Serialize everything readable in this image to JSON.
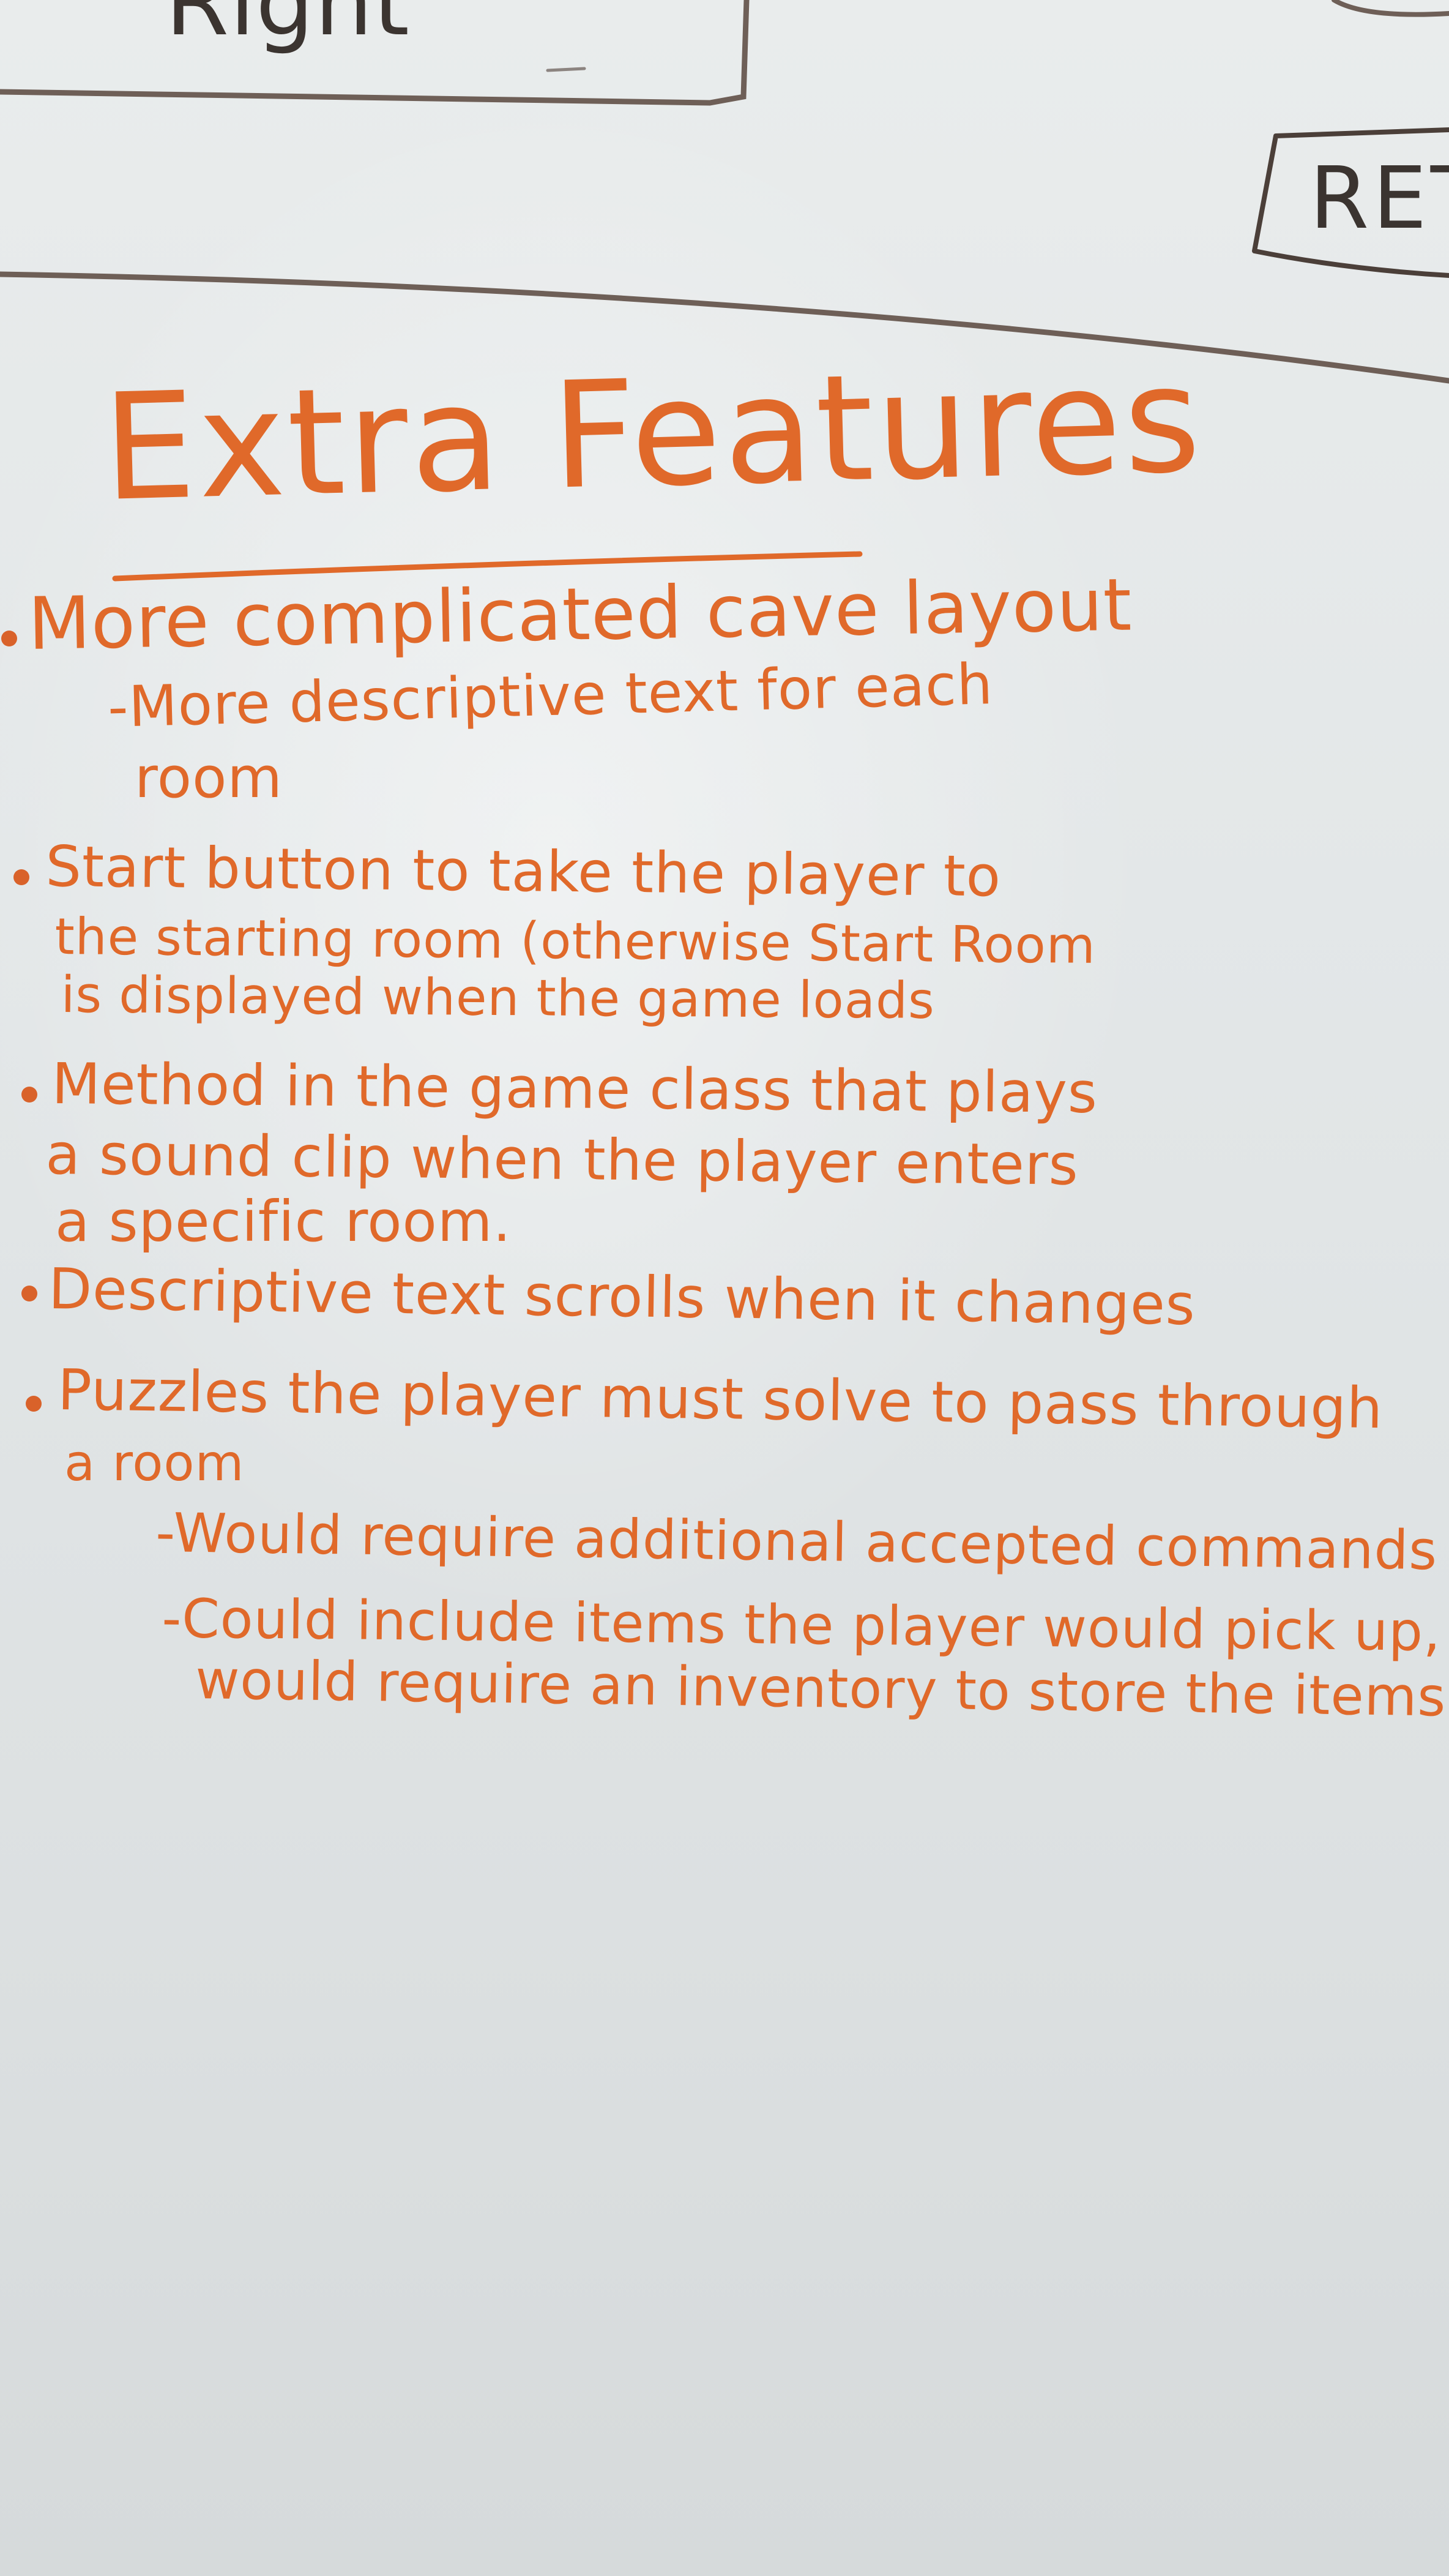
{
  "top_left_box_fragment": "Right",
  "top_right_box_fragment": "RET",
  "title": "Extra Features",
  "items": [
    {
      "lines": [
        "More complicated cave layout"
      ],
      "subs": [
        [
          "-More descriptive text for each",
          "room"
        ]
      ]
    },
    {
      "lines": [
        "Start button to take the player to",
        "the starting room (otherwise Start Room",
        "is displayed when the game loads"
      ],
      "subs": []
    },
    {
      "lines": [
        "Method in the game class that plays",
        "a sound clip when the player enters",
        "a specific room."
      ],
      "subs": []
    },
    {
      "lines": [
        "Descriptive text scrolls when it changes"
      ],
      "subs": []
    },
    {
      "lines": [
        "Puzzles the player must solve to pass through",
        "a room"
      ],
      "subs": [
        [
          "-Would require additional accepted commands"
        ],
        [
          "-Could include items the player would pick up,",
          "would require an inventory to store the items"
        ]
      ]
    }
  ],
  "colors": {
    "marker_orange": "#e0692a",
    "marker_dark": "#3b3430",
    "board": "#e4e8e9"
  }
}
